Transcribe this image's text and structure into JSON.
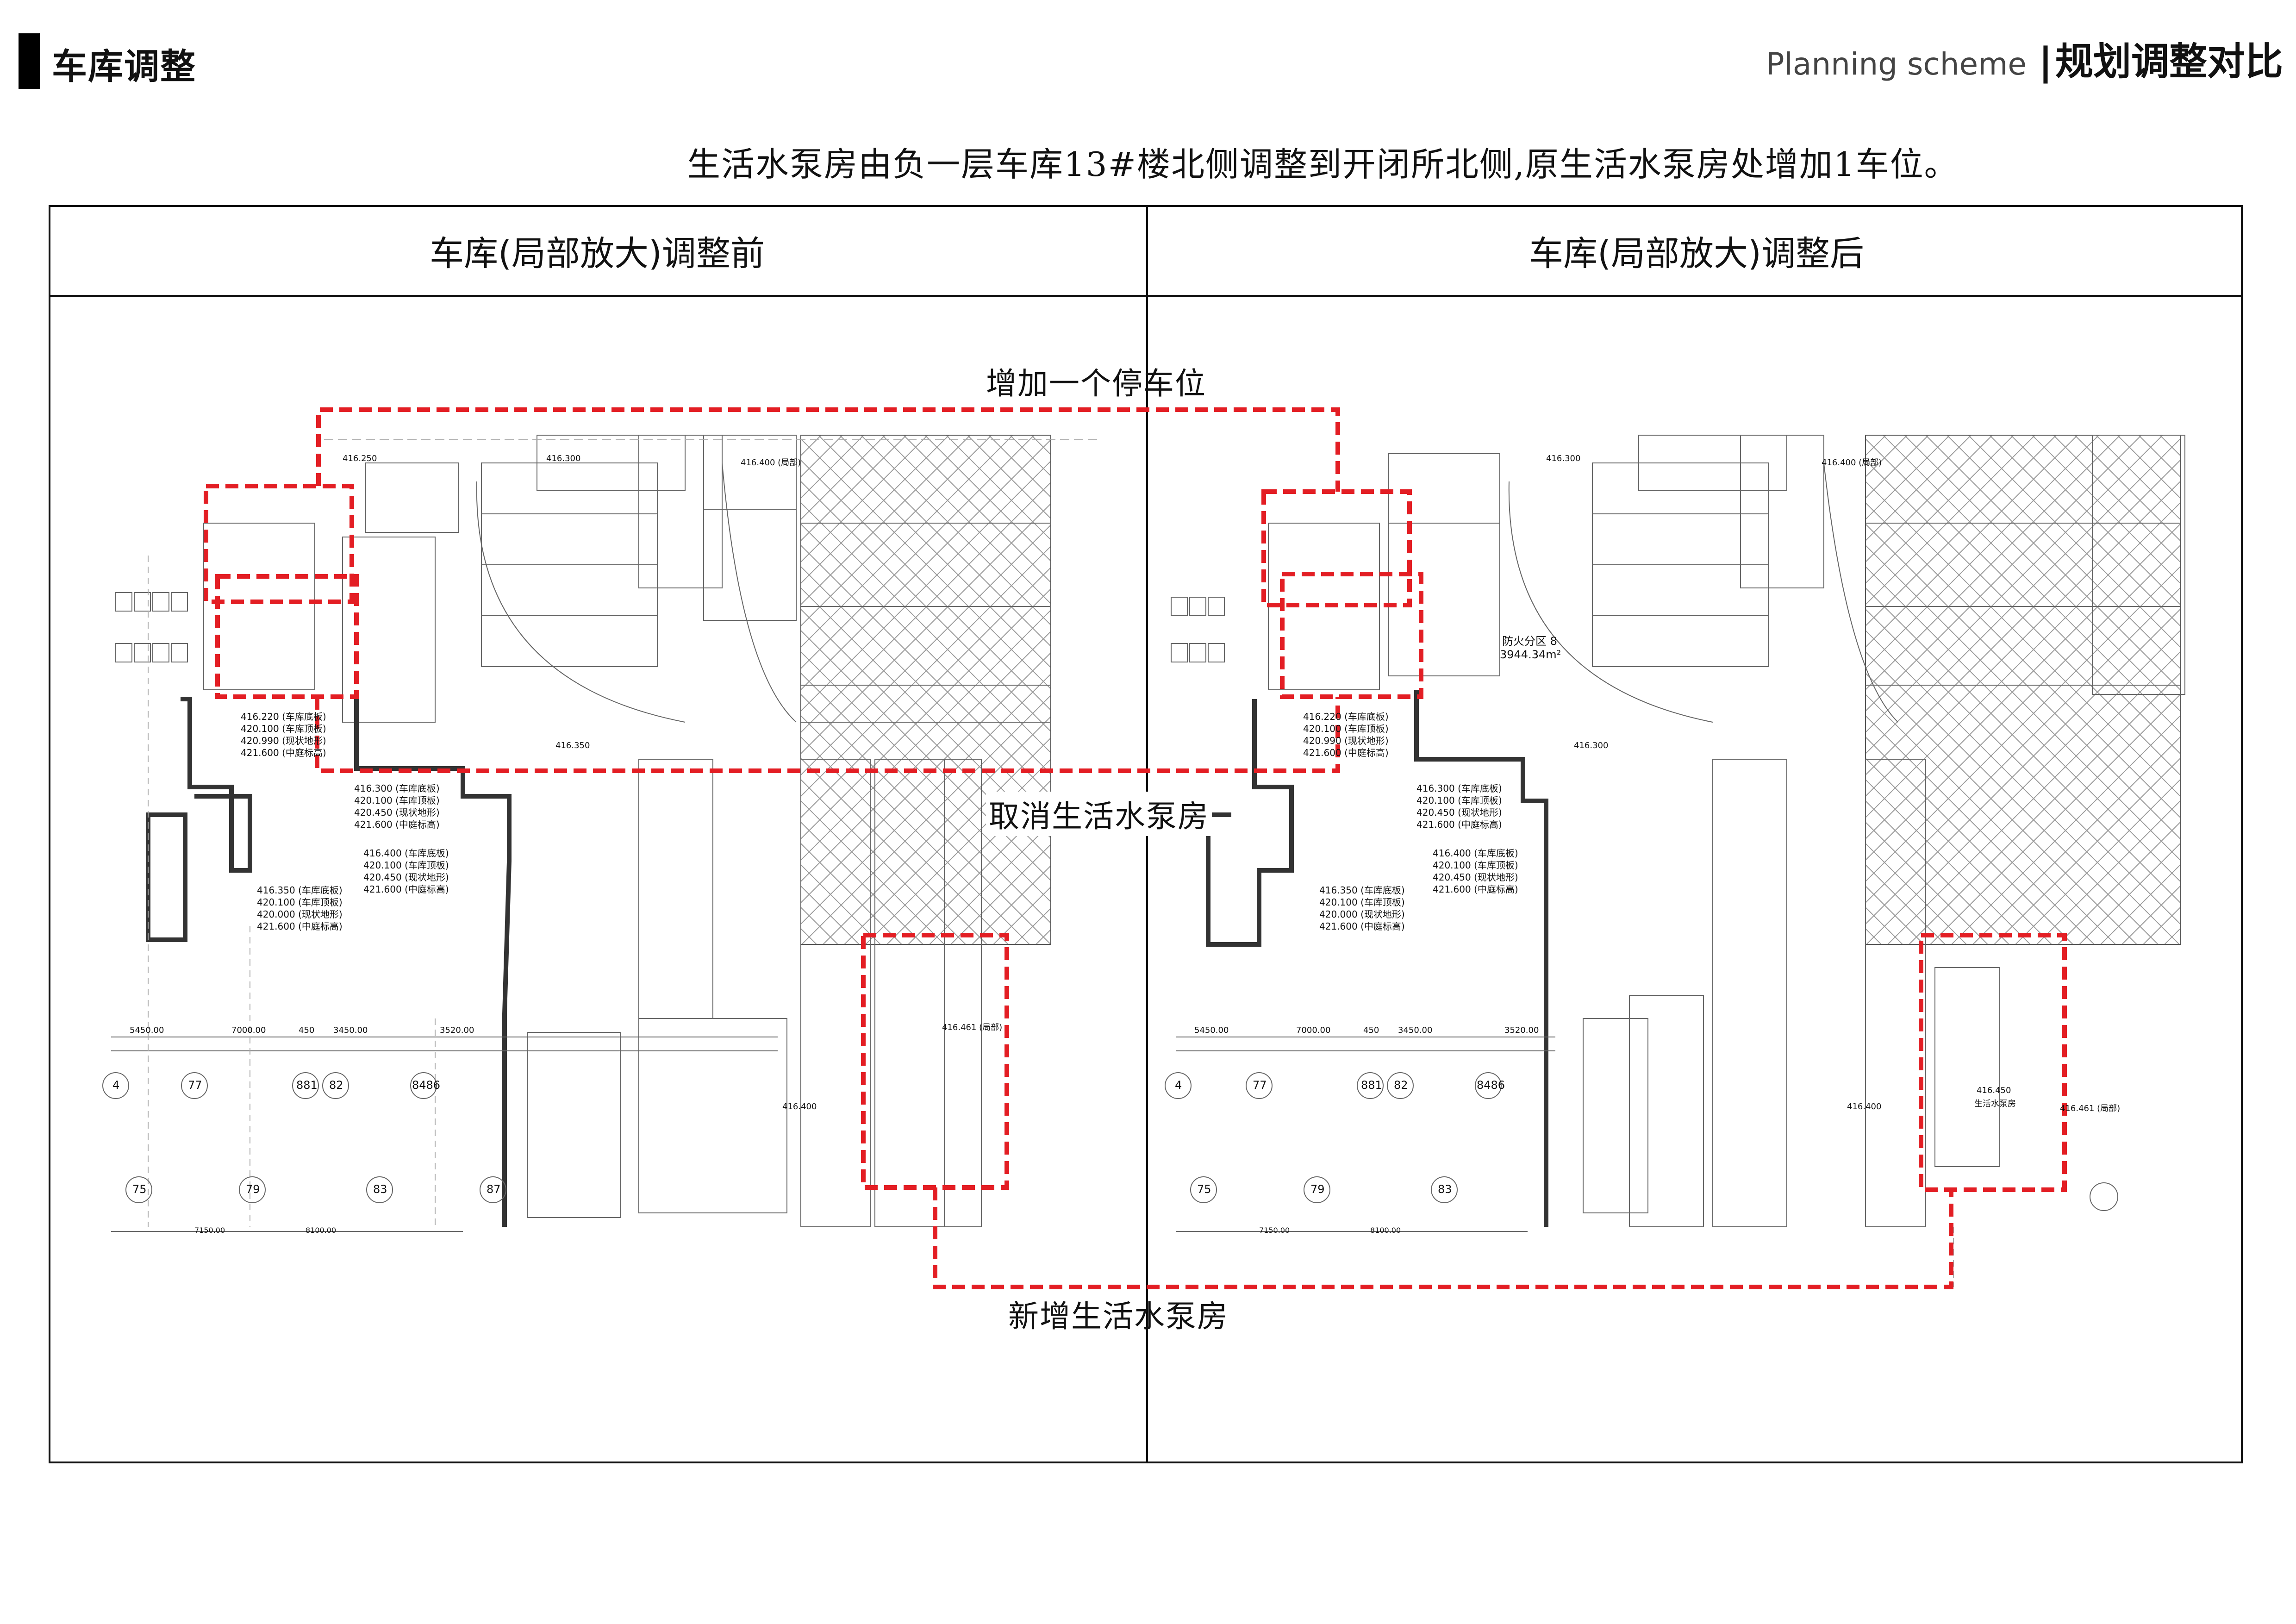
{
  "header": {
    "section_title": "车库调整",
    "english_label": "Planning scheme",
    "separator": "|",
    "right_title": "规划调整对比"
  },
  "subtitle": "生活水泵房由负一层车库13#楼北侧调整到开闭所北侧,原生活水泵房处增加1车位。",
  "columns": {
    "before": "车库(局部放大)调整前",
    "after": "车库(局部放大)调整后"
  },
  "annotations": {
    "add_parking": "增加一个停车位",
    "cancel_pump": "取消生活水泵房",
    "new_pump": "新增生活水泵房"
  },
  "colors": {
    "highlight": "#e31e24",
    "line": "#111111",
    "drawing": "#555555"
  },
  "plan_labels": {
    "before": {
      "legend_a": [
        "416.220 (车库底板)",
        "420.100 (车库顶板)",
        "420.990 (现状地形)",
        "421.600 (中庭标高)"
      ],
      "legend_b": [
        "416.300 (车库底板)",
        "420.100 (车库顶板)",
        "420.450 (现状地形)",
        "421.600 (中庭标高)"
      ],
      "legend_c": [
        "416.400 (车库底板)",
        "420.100 (车库顶板)",
        "420.450 (现状地形)",
        "421.600 (中庭标高)"
      ],
      "legend_d": [
        "416.350 (车库底板)",
        "420.100 (车库顶板)",
        "420.000 (现状地形)",
        "421.600 (中庭标高)"
      ],
      "dims": [
        "5450.00",
        "7000.00",
        "450",
        "3450.00",
        "3520.00"
      ],
      "axis_top": [
        "4",
        "77",
        "881",
        "82",
        "8486"
      ],
      "axis_bottom": [
        "75",
        "79",
        "83",
        "87"
      ],
      "bottom_dims": [
        "7150.00",
        "8100.00"
      ],
      "levels": [
        "416.300",
        "416.250",
        "416.400 (局部)",
        "416.350",
        "416.461 (局部)",
        "416.400"
      ]
    },
    "after": {
      "legend_a": [
        "416.220 (车库底板)",
        "420.100 (车库顶板)",
        "420.990 (现状地形)",
        "421.600 (中庭标高)"
      ],
      "legend_b": [
        "416.300 (车库底板)",
        "420.100 (车库顶板)",
        "420.450 (现状地形)",
        "421.600 (中庭标高)"
      ],
      "legend_c": [
        "416.400 (车库底板)",
        "420.100 (车库顶板)",
        "420.450 (现状地形)",
        "421.600 (中庭标高)"
      ],
      "legend_d": [
        "416.350 (车库底板)",
        "420.100 (车库顶板)",
        "420.000 (现状地形)",
        "421.600 (中庭标高)"
      ],
      "fire_zone": "防火分区 8",
      "fire_area": "3944.34m²",
      "pump_room": "生活水泵房",
      "pump_level": "416.450",
      "dims": [
        "5450.00",
        "7000.00",
        "450",
        "3450.00",
        "3520.00"
      ],
      "axis_top": [
        "4",
        "77",
        "881",
        "82",
        "8486"
      ],
      "axis_bottom": [
        "75",
        "79",
        "83"
      ],
      "bottom_dims": [
        "7150.00",
        "8100.00"
      ],
      "levels": [
        "416.300",
        "416.400 (局部)",
        "416.300",
        "416.461 (局部)",
        "416.400"
      ]
    }
  }
}
